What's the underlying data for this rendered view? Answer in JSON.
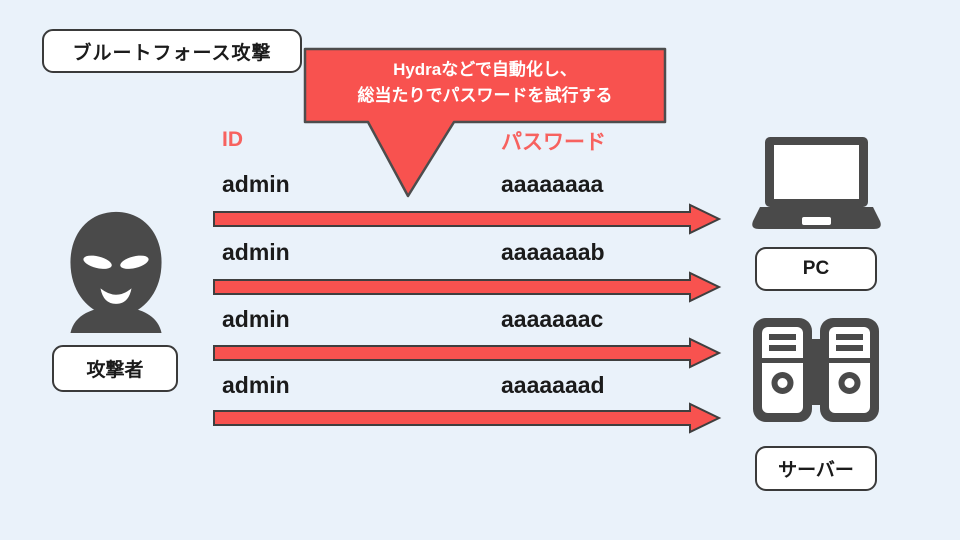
{
  "palette": {
    "background": "#eaf2fa",
    "shape_red": "#f8524f",
    "header_red": "#f7625f",
    "icon_dark": "#4a4a4a",
    "outline_dark": "#3a3a3a",
    "text_black": "#1b1b1b",
    "text_white": "#ffffff"
  },
  "title_box": {
    "label": "ブルートフォース攻撃"
  },
  "callout": {
    "line1": "Hydraなどで自動化し、",
    "line2": "総当たりでパスワードを試行する"
  },
  "table": {
    "id_header": "ID",
    "password_header": "パスワード",
    "rows": [
      {
        "id": "admin",
        "password": "aaaaaaaa"
      },
      {
        "id": "admin",
        "password": "aaaaaaab"
      },
      {
        "id": "admin",
        "password": "aaaaaaac"
      },
      {
        "id": "admin",
        "password": "aaaaaaad"
      }
    ]
  },
  "attacker": {
    "label": "攻撃者",
    "icon": "balaclava-attacker-icon"
  },
  "targets": [
    {
      "label": "PC",
      "icon": "laptop-icon"
    },
    {
      "label": "サーバー",
      "icon": "server-icon"
    }
  ]
}
